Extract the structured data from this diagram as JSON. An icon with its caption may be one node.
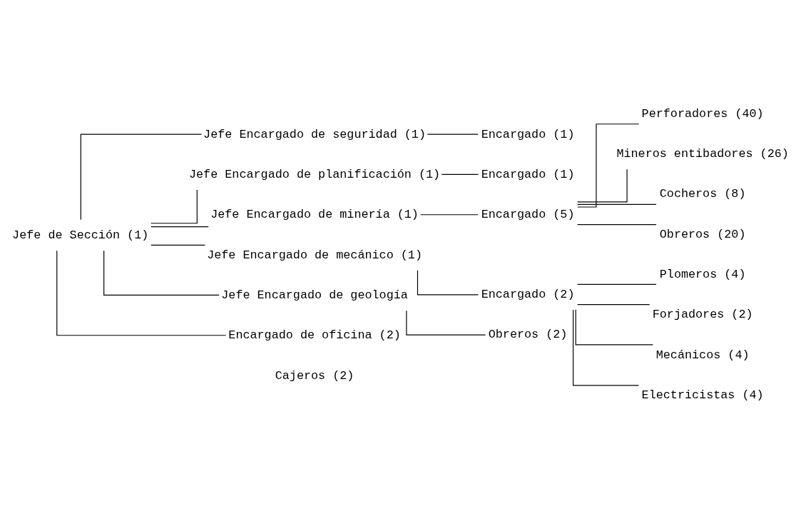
{
  "diagram": {
    "nodes": [
      {
        "text": [
          "Jefe de Sección (1)"
        ]
      },
      {
        "text": [
          "Jefe Encargado de seguridad (1)"
        ]
      },
      {
        "text": [
          "Jefe Encargado de planificación (1)"
        ]
      },
      {
        "text": [
          "Jefe Encargado de minería (1)"
        ]
      },
      {
        "text": [
          "Jefe Encargado de mecánico (1)"
        ]
      },
      {
        "text": [
          "Jefe Encargado de geología"
        ]
      },
      {
        "text": [
          "Encargado de oficina (2)"
        ],
        "beside": [
          "Cajeros (2)"
        ]
      },
      {
        "text": [
          "Encargado (1)"
        ]
      },
      {
        "text": [
          "Encargado (1)"
        ]
      },
      {
        "text": [
          "Encargado (5)"
        ]
      },
      {
        "text": [
          "Encargado (2)"
        ]
      },
      {
        "text": [
          "Obreros (2)"
        ]
      },
      {
        "text": [
          "Perforadores (40)"
        ]
      },
      {
        "text": [
          "Mineros entibadores (26)"
        ]
      },
      {
        "text": [
          "Cocheros (8)"
        ]
      },
      {
        "text": [
          "Obreros (20)"
        ]
      },
      {
        "text": [
          "Plomeros (4)"
        ]
      },
      {
        "text": [
          "Forjadores (2)"
        ]
      },
      {
        "text": [
          "Mecánicos (4)"
        ]
      },
      {
        "text": [
          "Electricistas (4)"
        ]
      }
    ],
    "edges": [
      {
        "from": 0,
        "to": 1,
        "arrow": "none"
      },
      {
        "from": 0,
        "to": 2,
        "arrow": "none"
      },
      {
        "from": 0,
        "to": 3,
        "arrow": "none"
      },
      {
        "from": 0,
        "to": 4,
        "arrow": "none"
      },
      {
        "from": 0,
        "to": 5,
        "arrow": "none"
      },
      {
        "from": 0,
        "to": 6,
        "arrow": "none"
      },
      {
        "from": 1,
        "to": 7,
        "arrow": "none"
      },
      {
        "from": 2,
        "to": 8,
        "arrow": "none"
      },
      {
        "from": 3,
        "to": 9,
        "arrow": "none"
      },
      {
        "from": 4,
        "to": 10,
        "arrow": "none"
      },
      {
        "from": 5,
        "to": 11,
        "arrow": "none"
      },
      {
        "from": 9,
        "to": 12,
        "arrow": "none"
      },
      {
        "from": 9,
        "to": 13,
        "arrow": "none"
      },
      {
        "from": 9,
        "to": 14,
        "arrow": "none"
      },
      {
        "from": 9,
        "to": 15,
        "arrow": "none"
      },
      {
        "from": 10,
        "to": 16,
        "arrow": "none"
      },
      {
        "from": 10,
        "to": 17,
        "arrow": "none"
      },
      {
        "from": 10,
        "to": 18,
        "arrow": "none"
      },
      {
        "from": 10,
        "to": 19,
        "arrow": "none"
      }
    ]
  }
}
